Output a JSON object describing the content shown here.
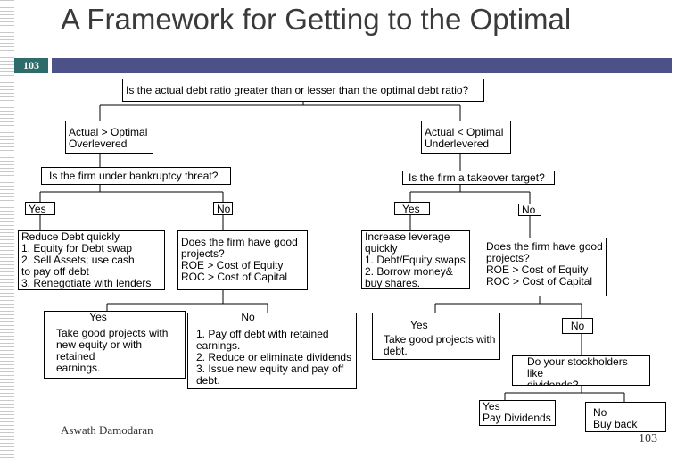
{
  "title": "A Framework for Getting to the Optimal",
  "slide_number": "103",
  "footer": {
    "author": "Aswath Damodaran",
    "page": "103"
  },
  "nodes": {
    "root": "Is the actual debt ratio greater than or lesser than the optimal debt ratio?",
    "overlevered": "Actual > Optimal\nOverlevered",
    "underlevered": "Actual < Optimal\nUnderlevered",
    "bankruptcy_q": "Is the firm under bankruptcy threat?",
    "takeover_q": "Is the firm a takeover target?",
    "yes_left": "Yes",
    "no_left": "No",
    "yes_right": "Yes",
    "no_right": "No",
    "reduce_debt": "Reduce Debt quickly\n1. Equity for Debt swap\n2. Sell Assets; use cash\nto pay off debt\n3. Renegotiate with lenders",
    "good_projects_q_left": "Does the firm have good\nprojects?\nROE > Cost of Equity\nROC > Cost of Capital",
    "increase_leverage": "Increase leverage\nquickly\n1. Debt/Equity swaps\n2. Borrow money&\nbuy shares.",
    "good_projects_q_right": "Does the firm have good\nprojects?\nROE > Cost of Equity\nROC > Cost of Capital",
    "yes_take_good_equity_label": "Yes",
    "yes_take_good_equity": "Take good projects with\nnew equity or with retained\nearnings.",
    "no_pay_off_label": "No",
    "no_pay_off": "1. Pay off debt with retained\nearnings.\n2. Reduce or eliminate dividends\n3. Issue new equity and pay off\ndebt.",
    "yes_take_good_debt_label": "Yes",
    "yes_take_good_debt": "Take good projects with\ndebt.",
    "no_right2": "No",
    "dividends_q": "Do your stockholders like\ndividends?",
    "yes_pay_dividends": "Yes\nPay Dividends",
    "no_buy_back": "No\nBuy back stock"
  }
}
